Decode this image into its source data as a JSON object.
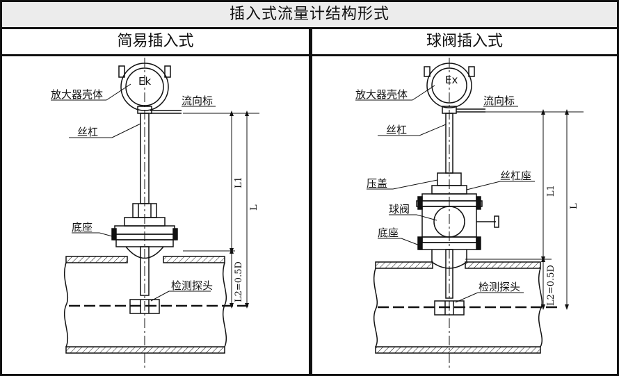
{
  "title": "插入式流量计结构形式",
  "panels": {
    "left": {
      "heading": "简易插入式",
      "ex_mark": "Ek",
      "labels": {
        "amp_housing": "放大器壳体",
        "flow_mark": "流向标",
        "lead_screw": "丝杠",
        "base": "底座",
        "probe": "检测探头"
      },
      "dims": {
        "l1": "L1",
        "l": "L",
        "l2": "L2=0.5D"
      }
    },
    "right": {
      "heading": "球阀插入式",
      "ex_mark": "Ex",
      "labels": {
        "amp_housing": "放大器壳体",
        "flow_mark": "流向标",
        "lead_screw": "丝杠",
        "gland": "压盖",
        "screw_seat": "丝杠座",
        "ball_valve": "球阀",
        "base": "底座",
        "probe": "检测探头"
      },
      "dims": {
        "l1": "L1",
        "l": "L",
        "l2": "L2=0.5D"
      }
    }
  }
}
